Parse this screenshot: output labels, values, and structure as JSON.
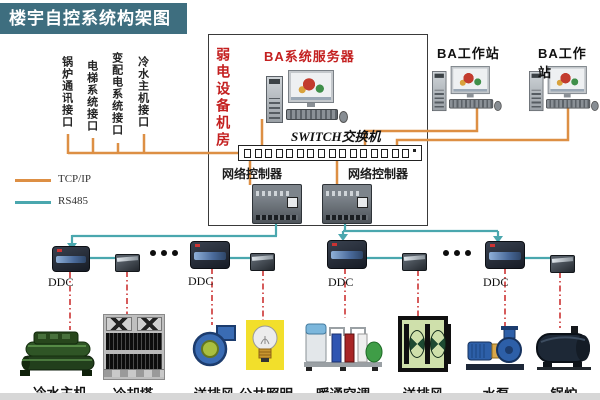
{
  "title": "楼宇自控系统构架图",
  "interfaces": [
    {
      "label": "锅炉通讯接口"
    },
    {
      "label": "电梯系统接口"
    },
    {
      "label": "变配电系统接口"
    },
    {
      "label": "冷水主机接口"
    }
  ],
  "legend": [
    {
      "label": "TCP/IP",
      "color": "#dd8f44"
    },
    {
      "label": "RS485",
      "color": "#4aa7ae"
    }
  ],
  "equipment_room": {
    "room_label": "弱电设备机房",
    "server_label": "BA系统服务器",
    "switch_label": "SWITCH交换机"
  },
  "workstations": [
    {
      "label": "BA工作站"
    },
    {
      "label": "BA工作站"
    }
  ],
  "network_controllers": [
    {
      "label": "网络控制器"
    },
    {
      "label": "网络控制器"
    }
  ],
  "ddc_units": [
    {
      "label": "DDC"
    },
    {
      "label": "DDC"
    },
    {
      "label": "DDC"
    },
    {
      "label": "DDC"
    }
  ],
  "continuation_dots": "•••",
  "equipment": [
    {
      "label": "冷水主机"
    },
    {
      "label": "冷却塔"
    },
    {
      "label": "送排风"
    },
    {
      "label": "公共照明"
    },
    {
      "label": "暖通空调"
    },
    {
      "label": "送排风"
    },
    {
      "label": "水泵"
    },
    {
      "label": "锅炉"
    }
  ],
  "colors": {
    "title_bg": "#3e6e7f",
    "title_text": "#ffffff",
    "tcpip_line": "#dd8f44",
    "rs485_line": "#4aa7ae",
    "accent_red": "#c42020",
    "dashed_link": "#cc3333"
  }
}
